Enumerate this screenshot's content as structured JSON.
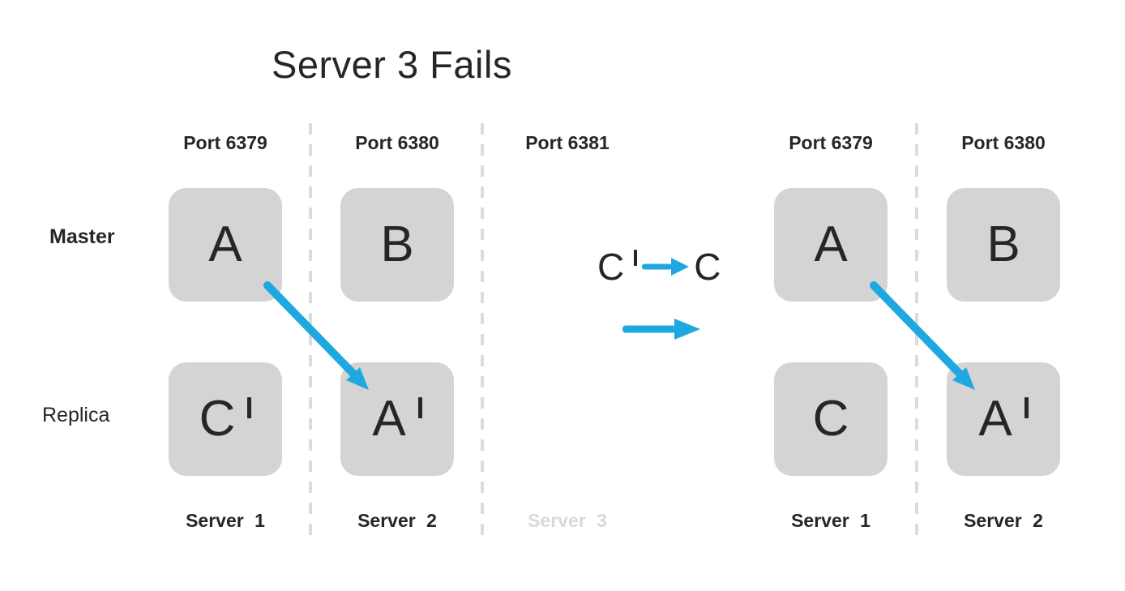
{
  "title": "Server 3 Fails",
  "colors": {
    "accent_blue": "#1fa8e0",
    "node_gray": "#d4d4d5",
    "text_dark": "#262626",
    "disabled_gray": "#d9d9d9",
    "dash_gray": "#dcdcdc"
  },
  "icons": {
    "transition_arrow": "→",
    "failover_arrow": "↘",
    "prime_mark": "′"
  },
  "row_labels": {
    "master": "Master",
    "replica": "Replica"
  },
  "before": {
    "columns": [
      {
        "port": "Port 6379",
        "server": "Server 1",
        "master": {
          "label": "A",
          "letter": "A"
        },
        "replica": {
          "label": "C'",
          "letter": "C"
        }
      },
      {
        "port": "Port 6380",
        "server": "Server 2",
        "master": {
          "label": "B",
          "letter": "B"
        },
        "replica": {
          "label": "A'",
          "letter": "A"
        }
      },
      {
        "port": "Port 6381",
        "server": "Server 3",
        "server_state": "failed"
      }
    ]
  },
  "transition": {
    "from": {
      "label": "C'",
      "letter": "C"
    },
    "to": {
      "label": "C",
      "letter": "C"
    }
  },
  "after": {
    "columns": [
      {
        "port": "Port 6379",
        "server": "Server 1",
        "master": {
          "label": "A",
          "letter": "A"
        },
        "replica": {
          "label": "C",
          "letter": "C"
        }
      },
      {
        "port": "Port 6380",
        "server": "Server 2",
        "master": {
          "label": "B",
          "letter": "B"
        },
        "replica": {
          "label": "A'",
          "letter": "A"
        }
      }
    ]
  }
}
